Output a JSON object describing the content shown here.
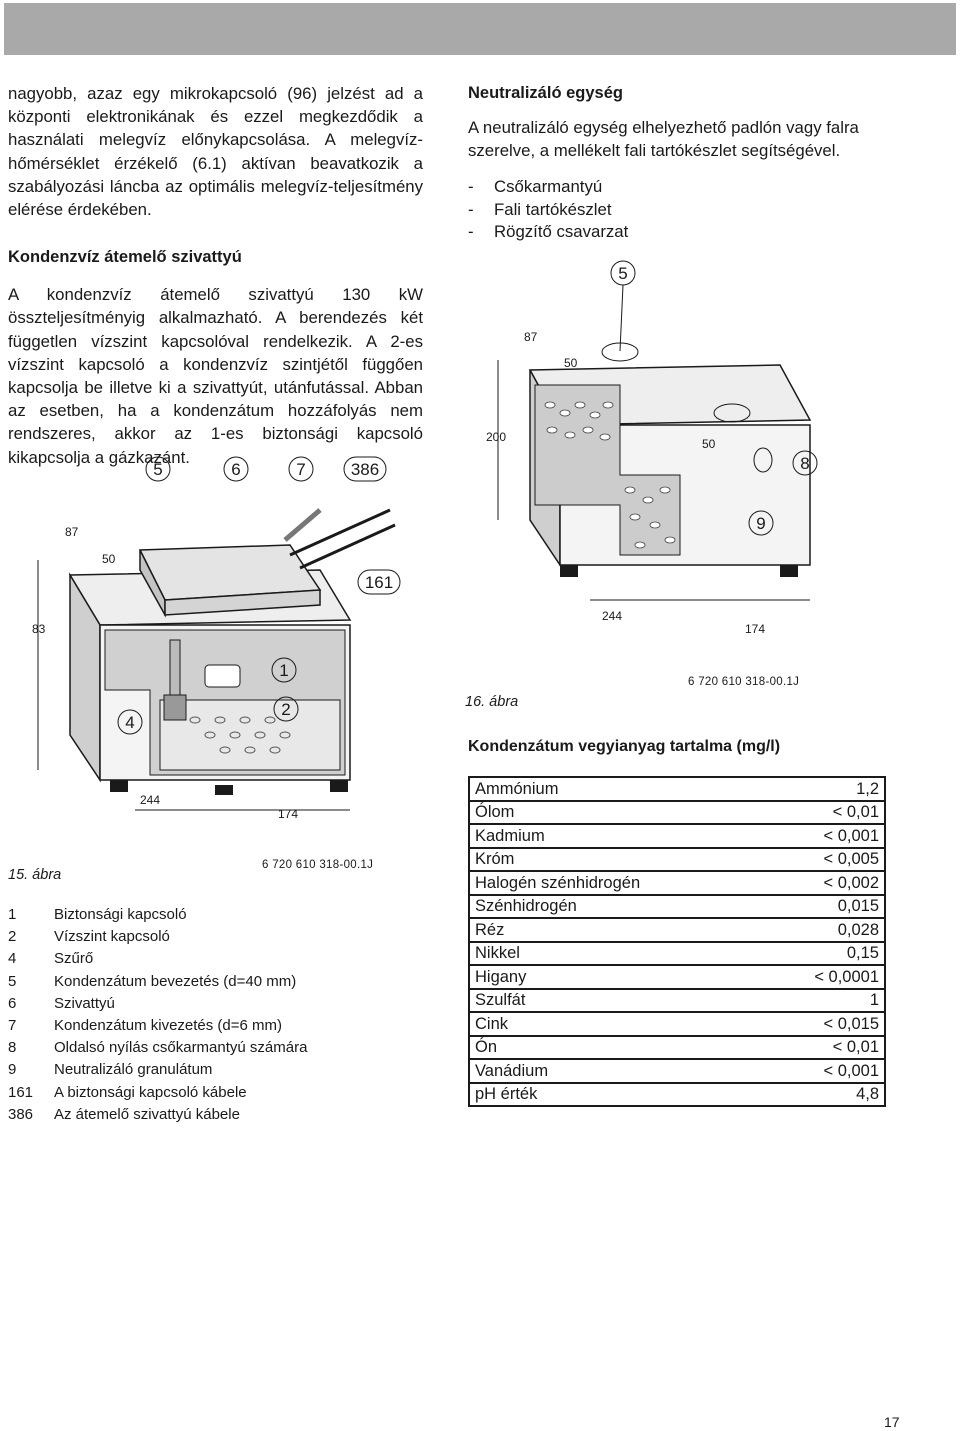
{
  "left_column": {
    "intro": "nagyobb, azaz egy mikrokapcsoló (96) jelzést ad a központi elektronikának és ezzel megkezdődik a használati melegvíz előnykapcsolása. A melegvíz-hőmérséklet érzékelő (6.1) aktívan beavatkozik a szabályozási láncba az optimális melegvíz-teljesítmény elérése érdekében.",
    "heading": "Kondenzvíz átemelő szivattyú",
    "body": "A kondenzvíz átemelő szivattyú 130 kW összteljesítményig alkalmazható. A berendezés két független vízszint kapcsolóval rendelkezik. A 2-es vízszint kapcsoló a kondenzvíz szintjétől függően kapcsolja be illetve ki a szivattyút, utánfutással. Abban az esetben, ha a kondenzátum hozzáfolyás nem rendszeres, akkor az 1-es biztonsági kapcsoló kikapcsolja a gázkazánt."
  },
  "right_column": {
    "heading": "Neutralizáló egység",
    "body": "A neutralizáló egység elhelyezhető padlón vagy falra szerelve, a mellékelt fali tartókészlet segítségével.",
    "items": [
      "Csőkarmantyú",
      "Fali tartókészlet",
      "Rögzítő csavarzat"
    ]
  },
  "figure15": {
    "callouts": {
      "c5": "5",
      "c6": "6",
      "c7": "7",
      "c386": "386",
      "c161": "161",
      "c1": "1",
      "c2": "2",
      "c4": "4"
    },
    "dims": {
      "d87": "87",
      "d50": "50",
      "d83": "83",
      "d244": "244",
      "d174": "174"
    },
    "caption": "15. ábra",
    "part_no": "6 720 610 318-00.1J"
  },
  "figure16": {
    "callouts": {
      "c5": "5",
      "c8": "8",
      "c9": "9"
    },
    "dims": {
      "d87": "87",
      "d50a": "50",
      "d200": "200",
      "d50b": "50",
      "d244": "244",
      "d174": "174"
    },
    "caption": "16. ábra",
    "part_no": "6 720 610 318-00.1J"
  },
  "legend": [
    {
      "num": "1",
      "text": "Biztonsági kapcsoló"
    },
    {
      "num": "2",
      "text": "Vízszint kapcsoló"
    },
    {
      "num": "4",
      "text": "Szűrő"
    },
    {
      "num": "5",
      "text": "Kondenzátum bevezetés (d=40 mm)"
    },
    {
      "num": "6",
      "text": "Szivattyú"
    },
    {
      "num": "7",
      "text": "Kondenzátum kivezetés (d=6 mm)"
    },
    {
      "num": "8",
      "text": "Oldalsó nyílás csőkarmantyú számára"
    },
    {
      "num": "9",
      "text": "Neutralizáló granulátum"
    },
    {
      "num": "161",
      "text": "A biztonsági kapcsoló kábele"
    },
    {
      "num": "386",
      "text": "Az átemelő szivattyú kábele"
    }
  ],
  "table": {
    "title": "Kondenzátum vegyianyag tartalma (mg/l)",
    "rows": [
      {
        "name": "Ammónium",
        "value": "1,2"
      },
      {
        "name": "Ólom",
        "value": "< 0,01"
      },
      {
        "name": "Kadmium",
        "value": "< 0,001"
      },
      {
        "name": "Króm",
        "value": "< 0,005"
      },
      {
        "name": "Halogén szénhidrogén",
        "value": "< 0,002"
      },
      {
        "name": "Szénhidrogén",
        "value": "0,015"
      },
      {
        "name": "Réz",
        "value": "0,028"
      },
      {
        "name": "Nikkel",
        "value": "0,15"
      },
      {
        "name": "Higany",
        "value": "< 0,0001"
      },
      {
        "name": "Szulfát",
        "value": "1"
      },
      {
        "name": "Cink",
        "value": "< 0,015"
      },
      {
        "name": "Ón",
        "value": "< 0,01"
      },
      {
        "name": "Vanádium",
        "value": "< 0,001"
      },
      {
        "name": "pH érték",
        "value": "4,8"
      }
    ]
  },
  "page_number": "17",
  "colors": {
    "header_bar": "#a9a9a9",
    "text": "#1a1a1a",
    "box_shade": "#d8d8d8"
  }
}
